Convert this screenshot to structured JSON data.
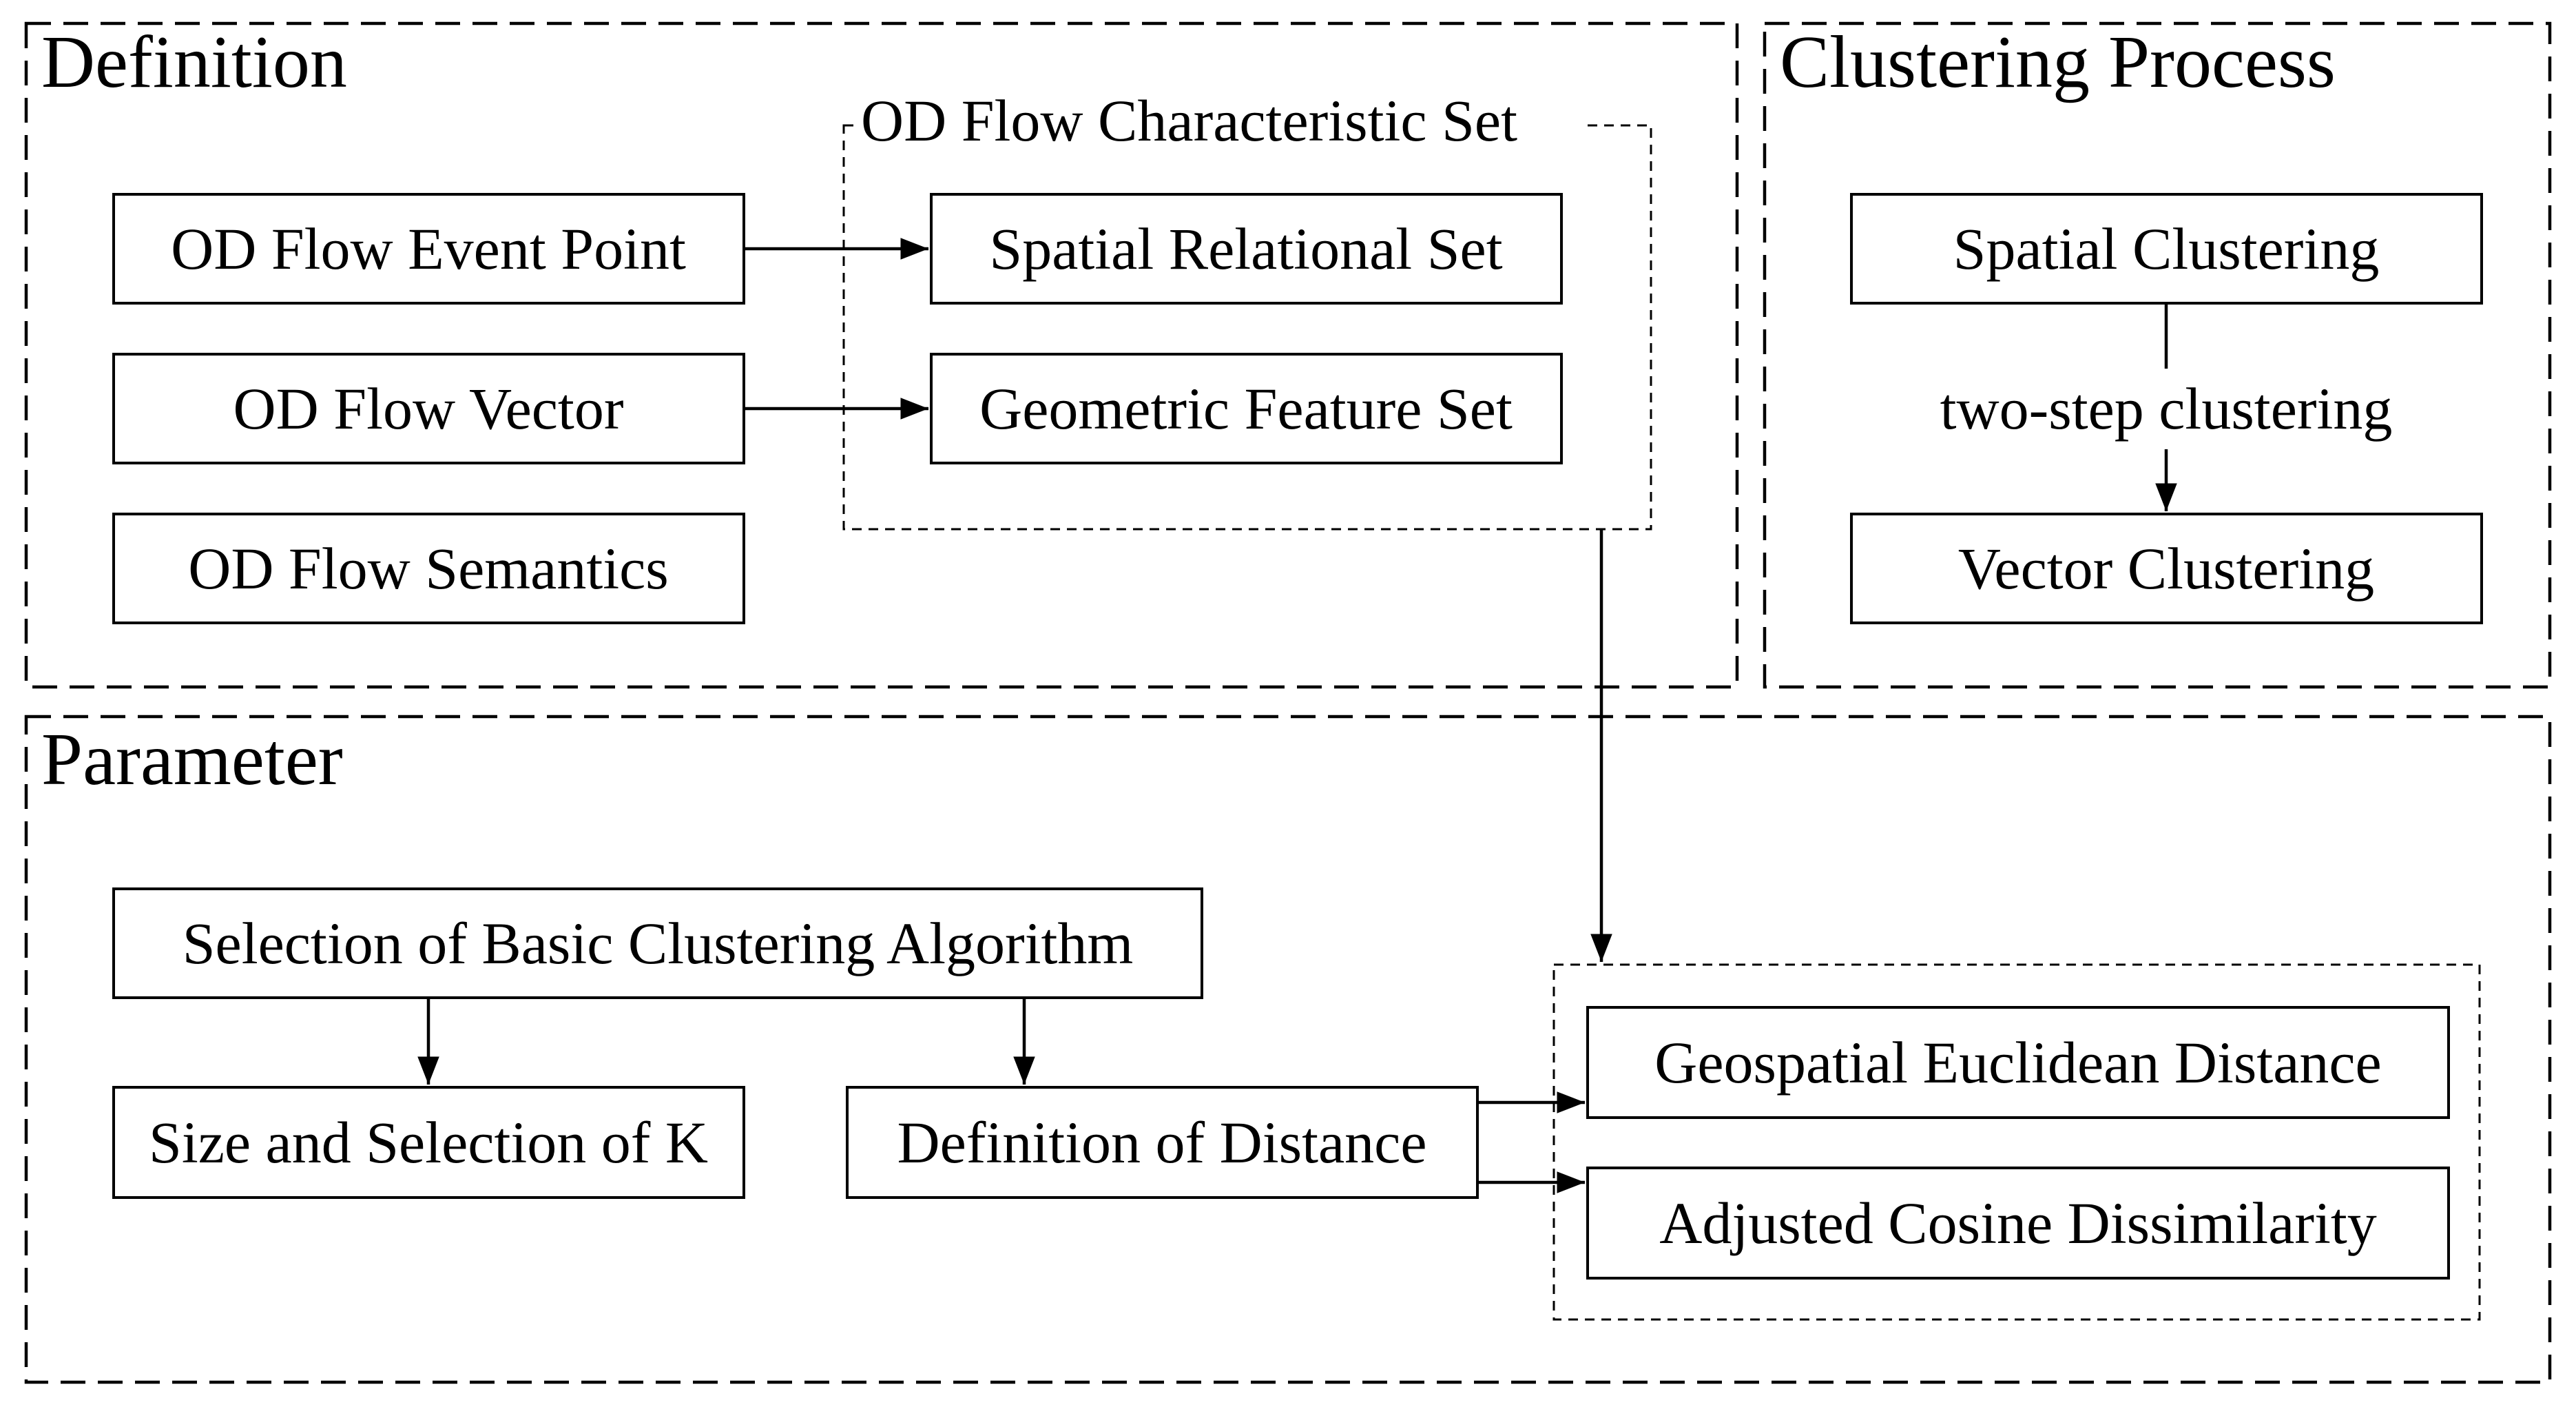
{
  "sections": {
    "definition": "Definition",
    "clustering_process": "Clustering Process",
    "parameter": "Parameter"
  },
  "groups": {
    "od_flow_characteristic_set": "OD Flow Characteristic Set"
  },
  "nodes": {
    "od_flow_event_point": "OD Flow Event Point",
    "od_flow_vector": "OD Flow Vector",
    "od_flow_semantics": "OD Flow Semantics",
    "spatial_relational_set": "Spatial Relational Set",
    "geometric_feature_set": "Geometric Feature Set",
    "spatial_clustering": "Spatial Clustering",
    "vector_clustering": "Vector Clustering",
    "selection_basic_algorithm": "Selection of Basic Clustering Algorithm",
    "size_selection_k": "Size and Selection of K",
    "definition_of_distance": "Definition of Distance",
    "geospatial_euclidean_distance": "Geospatial Euclidean Distance",
    "adjusted_cosine_dissimilarity": "Adjusted Cosine Dissimilarity"
  },
  "edge_labels": {
    "two_step_clustering": "two-step clustering"
  },
  "edges": [
    {
      "from": "od_flow_event_point",
      "to": "spatial_relational_set"
    },
    {
      "from": "od_flow_vector",
      "to": "geometric_feature_set"
    },
    {
      "from": "spatial_clustering",
      "to": "vector_clustering",
      "label": "two_step_clustering"
    },
    {
      "from": "od_flow_characteristic_set",
      "to": "distance_measures_group"
    },
    {
      "from": "selection_basic_algorithm",
      "to": "size_selection_k"
    },
    {
      "from": "selection_basic_algorithm",
      "to": "definition_of_distance"
    },
    {
      "from": "definition_of_distance",
      "to": "geospatial_euclidean_distance"
    },
    {
      "from": "definition_of_distance",
      "to": "adjusted_cosine_dissimilarity"
    }
  ]
}
